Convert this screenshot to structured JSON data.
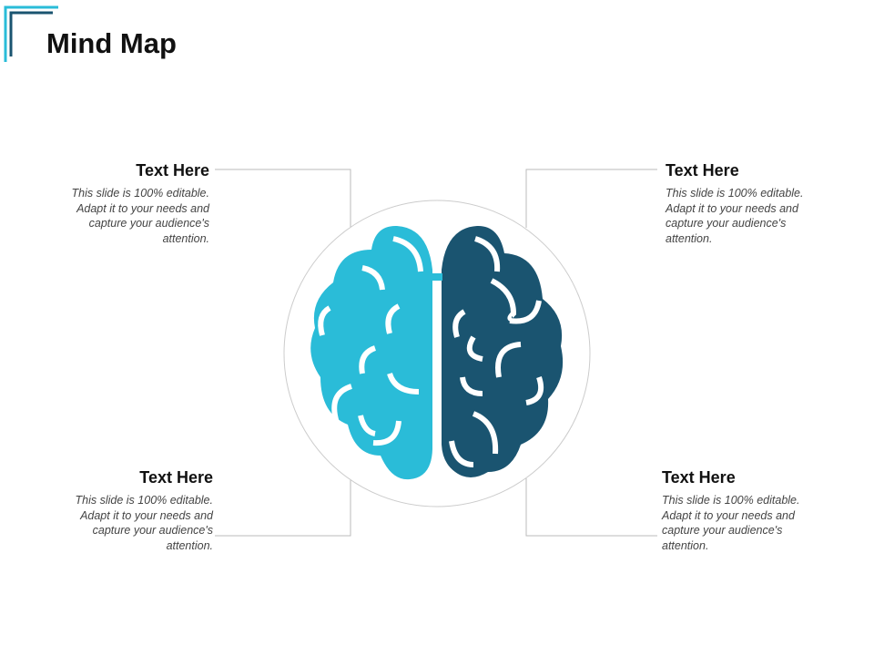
{
  "slide": {
    "title": "Mind Map",
    "accent_color": "#2ABCD8",
    "accent_dark_color": "#1A5470",
    "left_hemisphere_color": "#2ABCD8",
    "right_hemisphere_color": "#1A5470",
    "line_color": "#bbbbbb"
  },
  "blocks": [
    {
      "id": "top-left",
      "heading": "Text Here",
      "body": "This slide is 100% editable. Adapt it to your needs and capture your audience's attention."
    },
    {
      "id": "top-right",
      "heading": "Text Here",
      "body": "This slide is 100% editable. Adapt it to your needs and capture your audience's attention."
    },
    {
      "id": "bottom-left",
      "heading": "Text Here",
      "body": "This slide is 100% editable. Adapt it to your needs and capture your audience's attention."
    },
    {
      "id": "bottom-right",
      "heading": "Text Here",
      "body": "This slide is 100% editable. Adapt it to your needs and capture your audience's attention."
    }
  ],
  "icons": {
    "center": "brain-icon"
  }
}
